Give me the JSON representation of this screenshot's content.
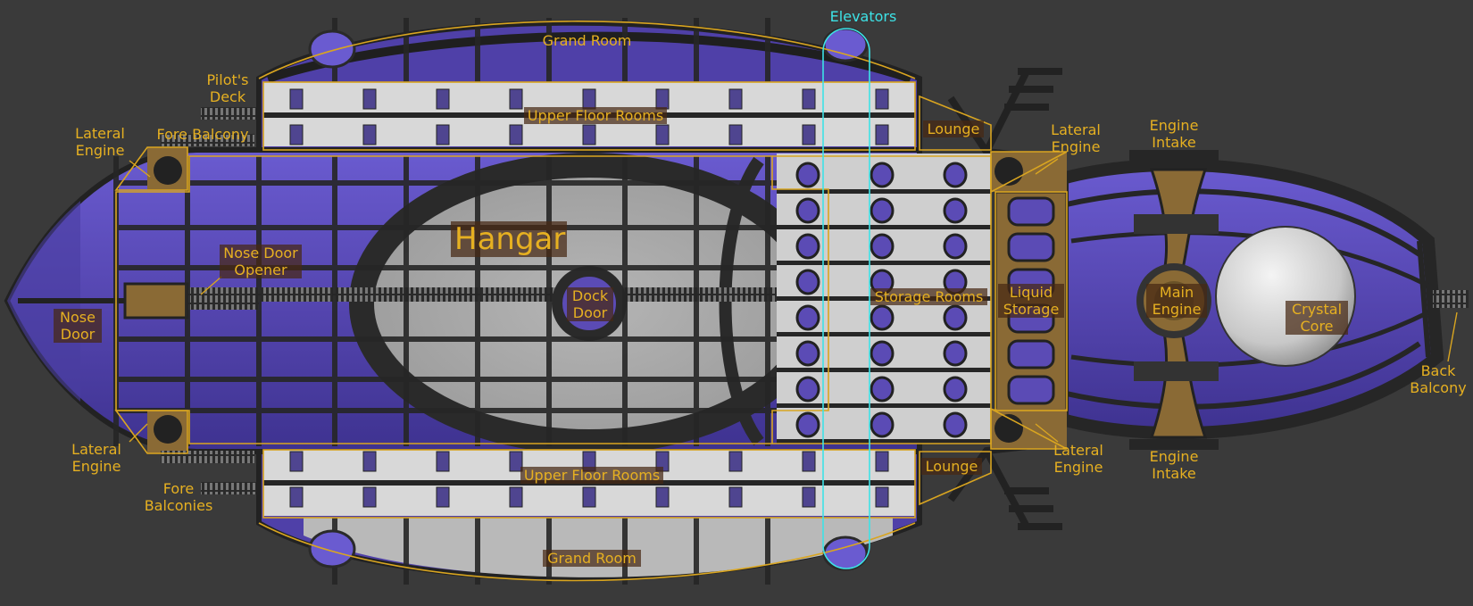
{
  "labels": {
    "elevators": "Elevators",
    "grand_room_top": "Grand Room",
    "grand_room_bottom": "Grand Room",
    "pilots_deck": "Pilot's\nDeck",
    "upper_floor_rooms_top": "Upper Floor Rooms",
    "upper_floor_rooms_bottom": "Upper Floor Rooms",
    "lounge_top": "Lounge",
    "lounge_bottom": "Lounge",
    "lateral_engine_fore_top": "Lateral\nEngine",
    "lateral_engine_fore_bottom": "Lateral\nEngine",
    "lateral_engine_aft_top": "Lateral\nEngine",
    "lateral_engine_aft_bottom": "Lateral\nEngine",
    "fore_balcony": "Fore Balcony",
    "fore_balconies": "Fore\nBalconies",
    "engine_intake_top": "Engine\nIntake",
    "engine_intake_bottom": "Engine\nIntake",
    "hangar": "Hangar",
    "nose_door_opener": "Nose Door\nOpener",
    "dock_door": "Dock\nDoor",
    "storage_rooms": "Storage Rooms",
    "liquid_storage": "Liquid\nStorage",
    "main_engine": "Main\nEngine",
    "crystal_core": "Crystal\nCore",
    "nose_door": "Nose\nDoor",
    "back_balcony": "Back\nBalcony"
  },
  "colors": {
    "background": "#3a3a3a",
    "hull_purple": "#5b4bb5",
    "frame_dark": "#262626",
    "hangar_floor": "#a9a9a9",
    "room_light": "#d6d6d6",
    "label_text": "#e6b021",
    "outline_gold": "#d9a520",
    "elevator_cyan": "#3de2e6",
    "engine_bronze": "#8a6a35"
  }
}
